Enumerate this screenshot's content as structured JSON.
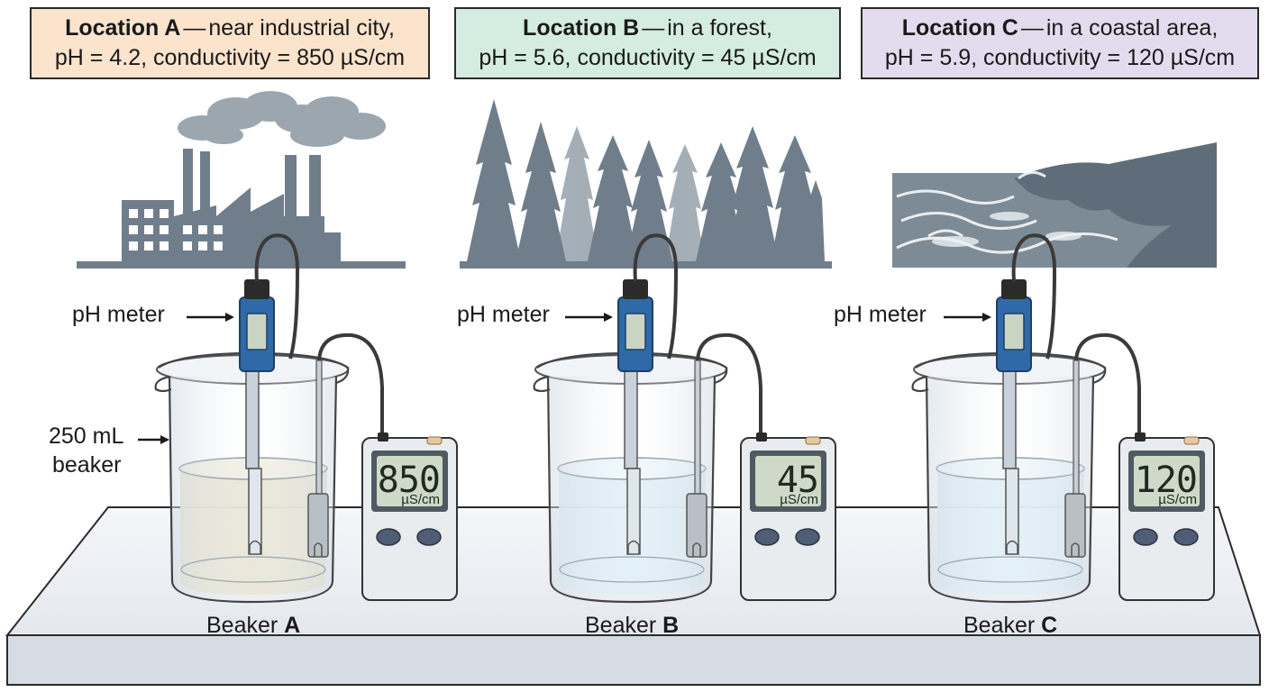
{
  "locations": [
    {
      "name": "Location A",
      "desc": "near industrial city,",
      "line2": "pH = 4.2, conductivity = 850 µS/cm"
    },
    {
      "name": "Location B",
      "desc": "in a forest,",
      "line2": "pH = 5.6, conductivity = 45 µS/cm"
    },
    {
      "name": "Location C",
      "desc": "in a coastal area,",
      "line2": "pH = 5.9, conductivity = 120 µS/cm"
    }
  ],
  "dash": "—",
  "labels": {
    "ph_meter": "pH meter",
    "beaker_line1": "250 mL",
    "beaker_line2": "beaker"
  },
  "beakers": [
    {
      "prefix": "Beaker",
      "letter": "A",
      "reading": "850",
      "unit": "µS/cm"
    },
    {
      "prefix": "Beaker",
      "letter": "B",
      "reading": "45",
      "unit": "µS/cm"
    },
    {
      "prefix": "Beaker",
      "letter": "C",
      "reading": "120",
      "unit": "µS/cm"
    }
  ],
  "colors": {
    "box_a": "#fbe3cc",
    "box_b": "#d4ece1",
    "box_c": "#e3dcef",
    "silhouette": "#6f7e8a",
    "probe_blue": "#2f69a8",
    "water_a": "#e6e2cf",
    "water_clear": "#dcecf6"
  }
}
